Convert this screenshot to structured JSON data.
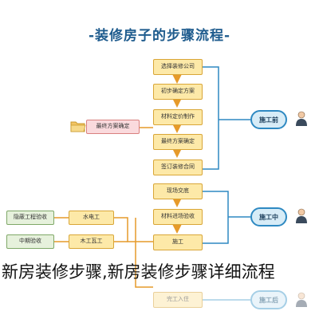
{
  "header": {
    "title": "-装修房子的步骤流程-"
  },
  "steps_top": [
    "选择装修公司",
    "初步确定方案",
    "材料定价制作",
    "最终方案确定",
    "签订装修合同"
  ],
  "steps_mid": [
    "现场交底",
    "材料进场验收",
    "施工"
  ],
  "steps_left_upper": "水电工",
  "steps_left_lower": "木工瓦工",
  "plan_box": "最终方案确定",
  "checks": {
    "hidden_work": "隐蔽工程验收",
    "mid_check": "中期验收"
  },
  "final_step": "完工入住",
  "phases": {
    "before": "施工前",
    "during": "施工中",
    "after": "施工后"
  },
  "colors": {
    "title": "#1f5c8e",
    "step_fill": "#fde9a8",
    "step_border": "#d9a637",
    "phase_border": "#2e89c2",
    "arrow": "#e69a2a",
    "connector": "#2e89c2"
  },
  "caption": "新房装修步骤,新房装修步骤详细流程"
}
